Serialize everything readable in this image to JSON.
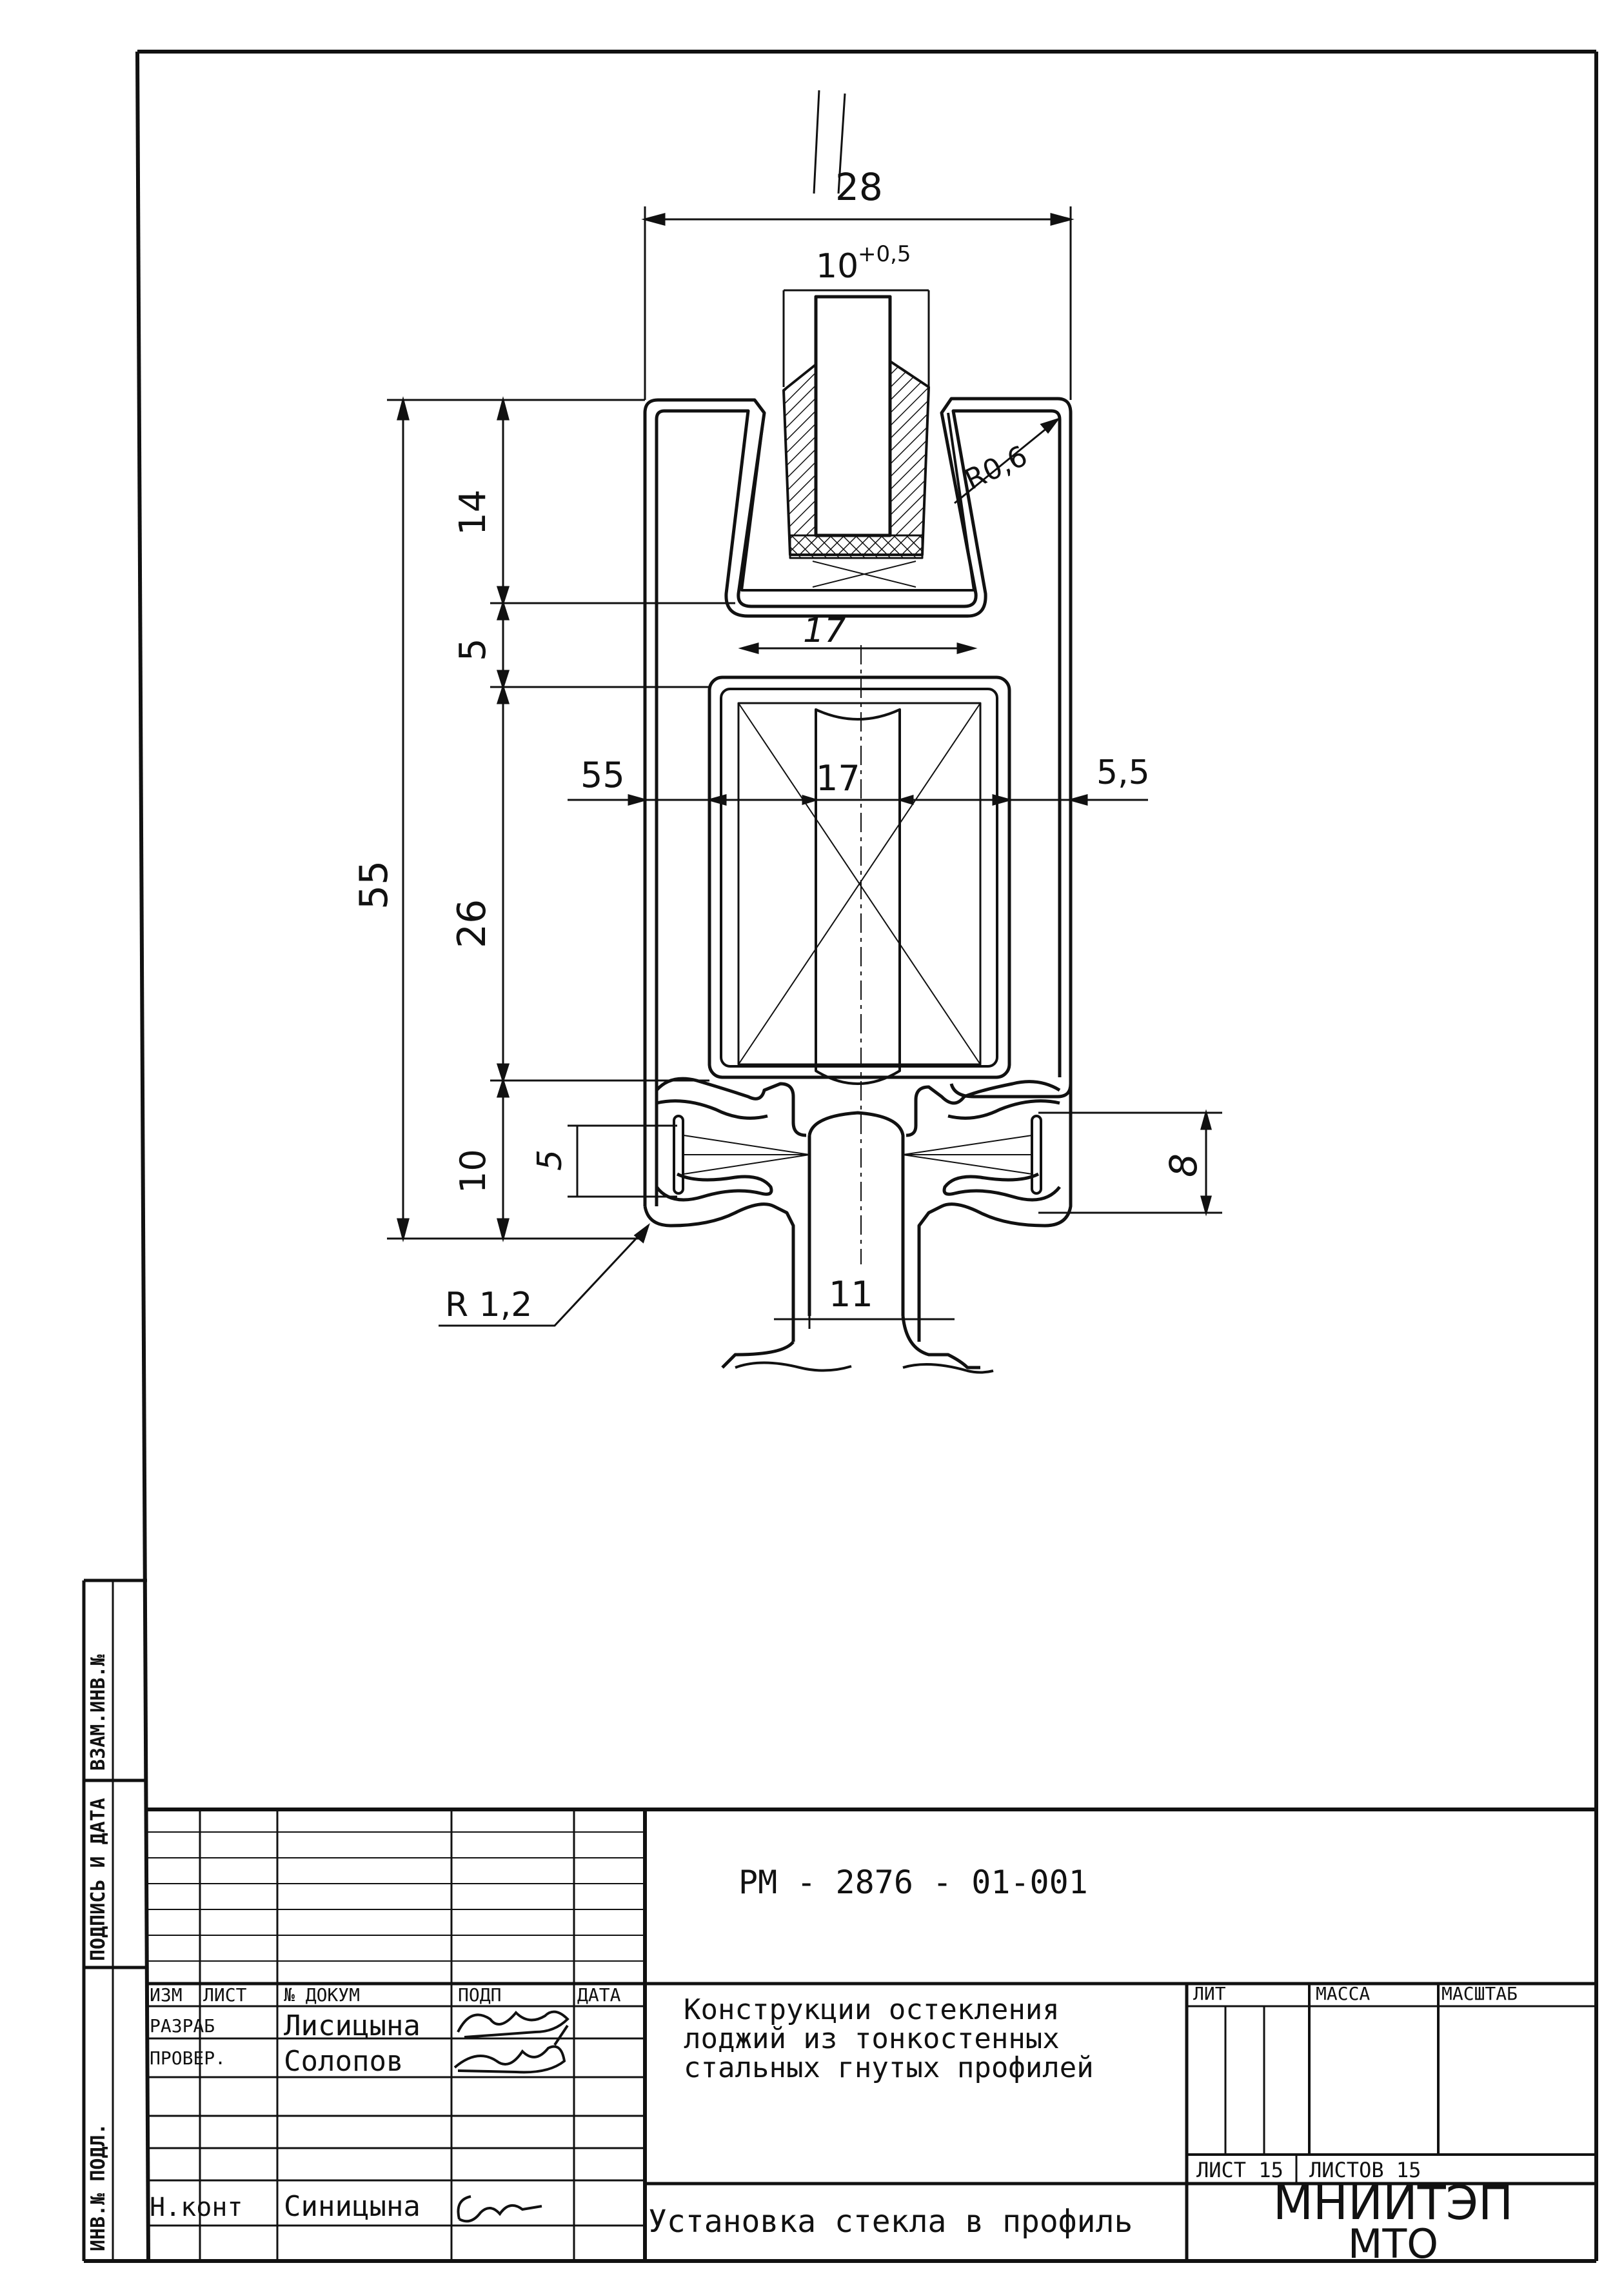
{
  "drawing": {
    "dims": {
      "width_top": "28",
      "glass": "10",
      "glass_tol": "+0,5",
      "r_top": "R0,6",
      "h14": "14",
      "h5": "5",
      "w17_top": "17",
      "gap_left": "55",
      "w17_mid": "17",
      "gap_right": "5,5",
      "h55": "55",
      "h26": "26",
      "h5_small": "5",
      "h10": "10",
      "h8": "8",
      "w11": "11",
      "r_bottom": "R 1,2"
    }
  },
  "side_stamps": [
    "ИНВ.№ ПОДЛ.",
    "ПОДПИСЬ И ДАТА",
    "ВЗАМ.ИНВ.№"
  ],
  "title_block": {
    "code": "РМ - 2876 - 01-001",
    "title_lines": [
      "Конструкции остекления",
      "лоджий из тонкостенных",
      "стальных гнутых профилей"
    ],
    "subtitle": "Установка стекла в профиль",
    "headers": [
      "ИЗМ",
      "ЛИСТ",
      "№ ДОКУМ",
      "ПОДП",
      "ДАТА"
    ],
    "rows": [
      {
        "role": "РАЗРАБ",
        "name": "Лисицына"
      },
      {
        "role": "ПРОВЕР.",
        "name": "Солопов"
      },
      {
        "role": "Н.конт",
        "name": "Синицына"
      }
    ],
    "lit": "ЛИТ",
    "massa": "МАССА",
    "masshtab": "МАСШТАБ",
    "sheet": "ЛИСТ 15",
    "sheets": "ЛИСТОВ 15",
    "org_line1": "МНИИТЭП",
    "org_line2": "МТО"
  }
}
